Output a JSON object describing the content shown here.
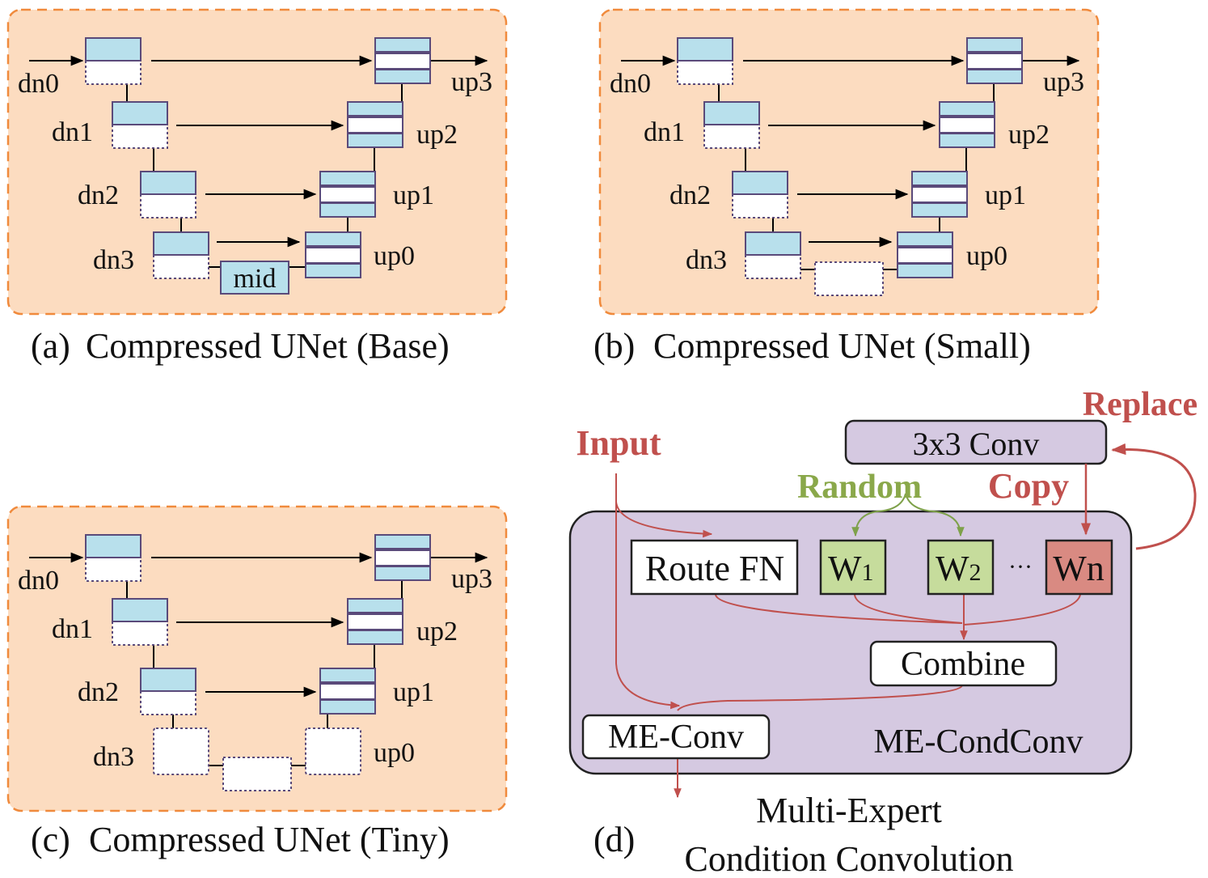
{
  "panels": [
    {
      "caption_tag": "(a)",
      "caption": "Compressed UNet (Base)",
      "down_labels": [
        "dn0",
        "dn1",
        "dn2",
        "dn3"
      ],
      "up_labels": [
        "up3",
        "up2",
        "up1",
        "up0"
      ],
      "mid_label": "mid"
    },
    {
      "caption_tag": "(b)",
      "caption": "Compressed UNet (Small)",
      "down_labels": [
        "dn0",
        "dn1",
        "dn2",
        "dn3"
      ],
      "up_labels": [
        "up3",
        "up2",
        "up1",
        "up0"
      ]
    },
    {
      "caption_tag": "(c)",
      "caption": "Compressed UNet (Tiny)",
      "down_labels": [
        "dn0",
        "dn1",
        "dn2",
        "dn3"
      ],
      "up_labels": [
        "up3",
        "up2",
        "up1",
        "up0"
      ]
    }
  ],
  "condconv": {
    "caption_tag": "(d)",
    "caption_line1": "Multi-Expert",
    "caption_line2": "Condition Convolution",
    "input_label": "Input",
    "replace_label": "Replace",
    "copy_label": "Copy",
    "random_label": "Random",
    "conv3x3_label": "3x3 Conv",
    "route_label": "Route FN",
    "w1_label": "W",
    "w1_sub": "1",
    "w2_label": "W",
    "w2_sub": "2",
    "ellipsis": "···",
    "wn_label": "Wn",
    "combine_label": "Combine",
    "meconv_label": "ME-Conv",
    "container_label": "ME-CondConv"
  },
  "colors": {
    "panel_fill": "#fcdcc0",
    "panel_border": "#f08a3c",
    "block_fill": "#b8e0ec",
    "block_border": "#5a4a7a",
    "purple": "#d5c9e1",
    "expert_green": "#c6dc9c",
    "expert_red": "#d98a82",
    "arrow_red": "#c0504d",
    "arrow_green": "#7ea14a"
  }
}
